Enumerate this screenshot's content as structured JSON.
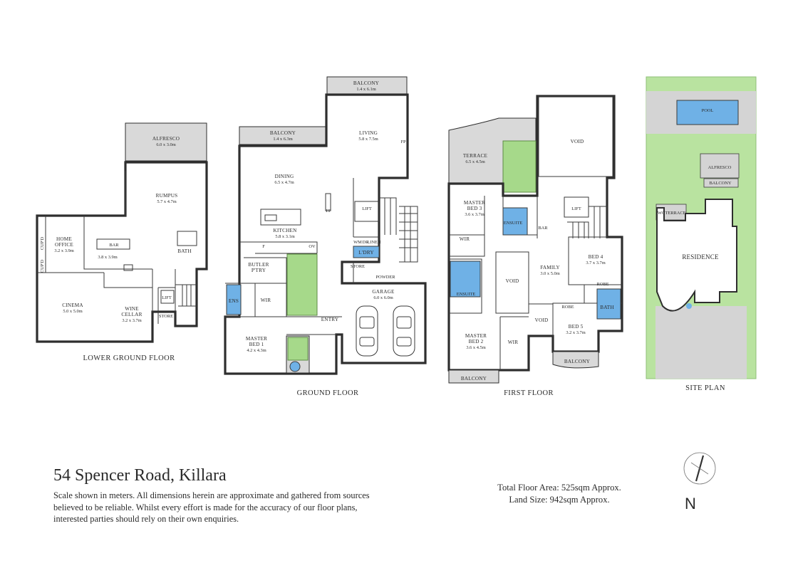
{
  "address": "54 Spencer Road, Killara",
  "disclaimer": "Scale shown in meters. All dimensions herein are approximate and gathered from sources believed to be reliable. Whilst every effort is made for the accuracy of our floor plans, interested parties should rely on their own enquiries.",
  "total_floor_area": "Total Floor Area: 525sqm Approx.",
  "land_size": "Land Size: 942sqm Approx.",
  "compass": "N",
  "colors": {
    "walls": "#2e2e2e",
    "paving": "#d9d9d9",
    "wet_area": "#6fb1e6",
    "garden": "#a6d98a",
    "lawn": "#b9e3a0",
    "pool": "#6fb1e6"
  },
  "floors": {
    "lower_ground": {
      "caption": "LOWER GROUND FLOOR",
      "rooms": {
        "alfresco": {
          "name": "ALFRESCO",
          "dims": "6.0 x 3.0m"
        },
        "rumpus": {
          "name": "RUMPUS",
          "dims": "5.7 x 4.7m"
        },
        "home_office": {
          "name": "HOME",
          "name2": "OFFICE",
          "dims": "3.2 x 3.9m"
        },
        "bar": {
          "name": "BAR",
          "dims": "3.8 x 3.9m"
        },
        "bath": {
          "name": "BATH"
        },
        "cinema": {
          "name": "CINEMA",
          "dims": "5.0 x 5.0m"
        },
        "wine_cellar": {
          "name": "WINE",
          "name2": "CELLAR",
          "dims": "3.2 x 3.7m"
        },
        "lift": {
          "name": "LIFT"
        },
        "store": {
          "name": "STORE"
        },
        "cupd1": {
          "name": "CUP'D"
        },
        "cupd2": {
          "name": "CUP'D"
        }
      }
    },
    "ground": {
      "caption": "GROUND FLOOR",
      "rooms": {
        "balcony_top": {
          "name": "BALCONY",
          "dims": "1.4 x 6.1m"
        },
        "balcony_left": {
          "name": "BALCONY",
          "dims": "1.4 x 6.3m"
        },
        "living": {
          "name": "LIVING",
          "dims": "5.8 x 7.5m"
        },
        "dining": {
          "name": "DINING",
          "dims": "6.5 x 4.7m"
        },
        "kitchen": {
          "name": "KITCHEN",
          "dims": "5.8 x 3.1m"
        },
        "lift": {
          "name": "LIFT"
        },
        "fp1": {
          "name": "FP"
        },
        "fp2": {
          "name": "FP"
        },
        "f": {
          "name": "F"
        },
        "ov": {
          "name": "OV"
        },
        "wm": {
          "name": "WM"
        },
        "dr": {
          "name": "DR"
        },
        "linen": {
          "name": "LINEN"
        },
        "laundry": {
          "name": "L'DRY"
        },
        "butler": {
          "name": "BUTLER",
          "name2": "P'TRY"
        },
        "store": {
          "name": "STORE"
        },
        "powder": {
          "name": "POWDER"
        },
        "ens": {
          "name": "ENS"
        },
        "wir": {
          "name": "WIR"
        },
        "garage": {
          "name": "GARAGE",
          "dims": "6.0 x 6.0m"
        },
        "entry": {
          "name": "ENTRY"
        },
        "master_bed_1": {
          "name": "MASTER",
          "name2": "BED 1",
          "dims": "4.2 x 4.3m"
        }
      }
    },
    "first": {
      "caption": "FIRST FLOOR",
      "rooms": {
        "terrace": {
          "name": "TERRACE",
          "dims": "6.5 x 4.5m"
        },
        "void_top": {
          "name": "VOID"
        },
        "master_bed_3": {
          "name": "MASTER",
          "name2": "BED 3",
          "dims": "3.6 x 3.7m"
        },
        "ensuite_top": {
          "name": "ENSUITE"
        },
        "bar": {
          "name": "BAR"
        },
        "lift": {
          "name": "LIFT"
        },
        "wir_top": {
          "name": "WIR"
        },
        "family": {
          "name": "FAMILY",
          "dims": "3.0 x 5.0m"
        },
        "bed_4": {
          "name": "BED 4",
          "dims": "3.7 x 3.7m"
        },
        "robe_1": {
          "name": "ROBE"
        },
        "void_mid": {
          "name": "VOID"
        },
        "ensuite_mid": {
          "name": "ENSUITE"
        },
        "void_small": {
          "name": "VOID"
        },
        "robe_2": {
          "name": "ROBE"
        },
        "bath": {
          "name": "BATH"
        },
        "bed_5": {
          "name": "BED 5",
          "dims": "3.2 x 3.7m"
        },
        "master_bed_2": {
          "name": "MASTER",
          "name2": "BED 2",
          "dims": "3.6 x 4.5m"
        },
        "wir_bottom": {
          "name": "WIR"
        },
        "balcony_bed5": {
          "name": "BALCONY"
        },
        "balcony_bottom": {
          "name": "BALCONY"
        }
      }
    },
    "site": {
      "caption": "SITE PLAN",
      "labels": {
        "pool": "POOL",
        "alfresco": "ALFRESCO",
        "balcony": "BALCONY",
        "terrace": "TERRACE",
        "residence": "RESIDENCE",
        "wc": "WC"
      }
    }
  }
}
